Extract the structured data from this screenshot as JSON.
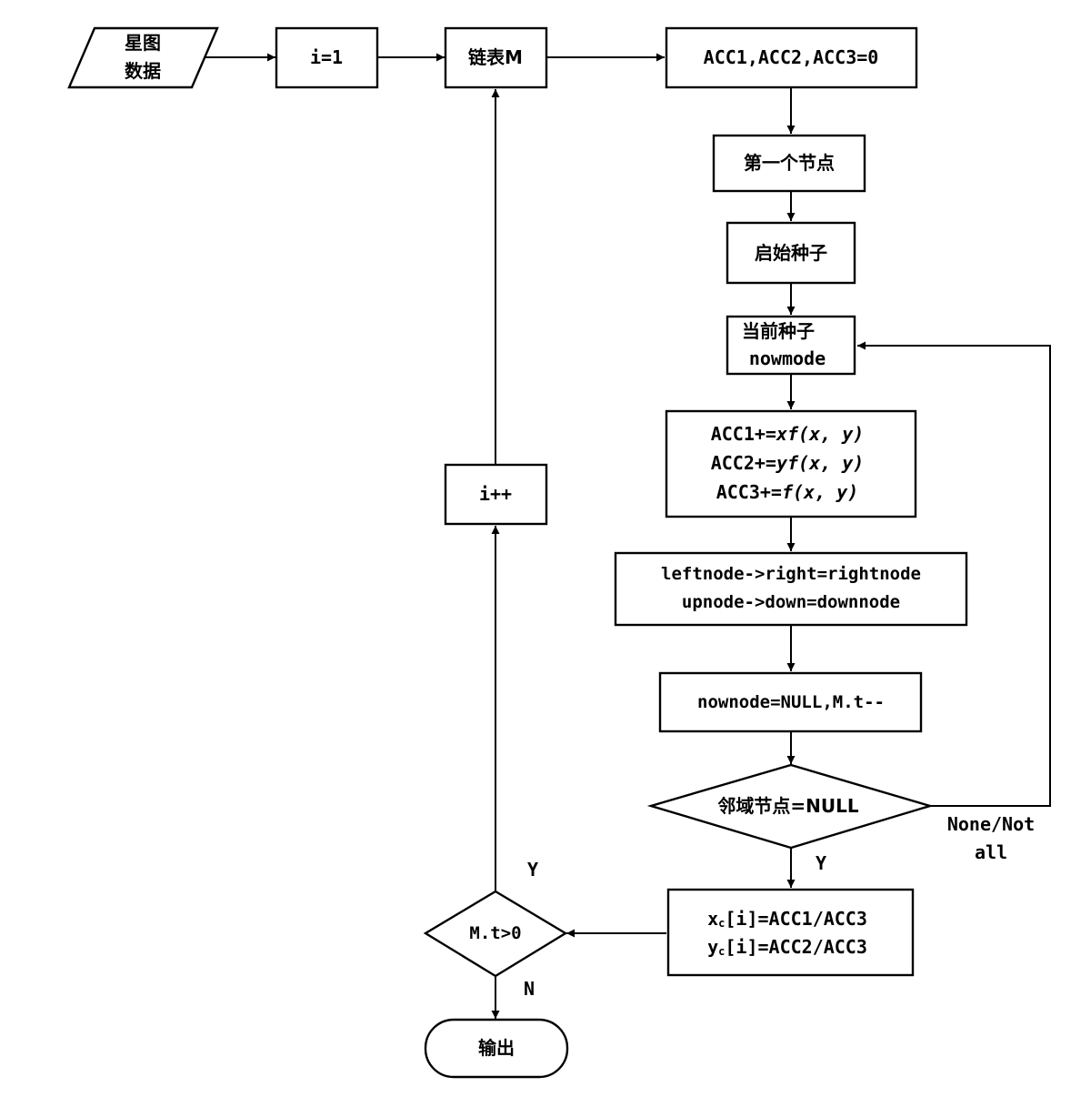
{
  "nodes": {
    "input": {
      "line1": "星图",
      "line2": "数据"
    },
    "init_i": "i=1",
    "list": "链表M",
    "acc_init": "ACC1,ACC2,ACC3=0",
    "first_node": "第一个节点",
    "start_seed": "启始种子",
    "current_seed": {
      "line1": "当前种子",
      "line2": "nowmode"
    },
    "accumulate": [
      {
        "pre": "ACC1+=",
        "var": "xf",
        "args": "(x, y)"
      },
      {
        "pre": "ACC2+=",
        "var": "yf",
        "args": "(x, y)"
      },
      {
        "pre": "ACC3+=",
        "var": "f",
        "args": "(x, y)"
      }
    ],
    "relink": {
      "line1": "leftnode->right=rightnode",
      "line2": "upnode->down=downnode"
    },
    "null_node": "nownode=NULL,M.t--",
    "neighbor_check": "邻域节点=NULL",
    "centroid": [
      {
        "base": "x",
        "sub": "c",
        "rest": "[i]=ACC1/ACC3"
      },
      {
        "base": "y",
        "sub": "c",
        "rest": "[i]=ACC2/ACC3"
      }
    ],
    "loop_check": "M.t>0",
    "increment": "i++",
    "output": "输出"
  },
  "edge_labels": {
    "neighbor_no": {
      "line1": "None/Not",
      "line2": "all"
    },
    "neighbor_yes": "Y",
    "loop_yes": "Y",
    "loop_no": "N"
  }
}
